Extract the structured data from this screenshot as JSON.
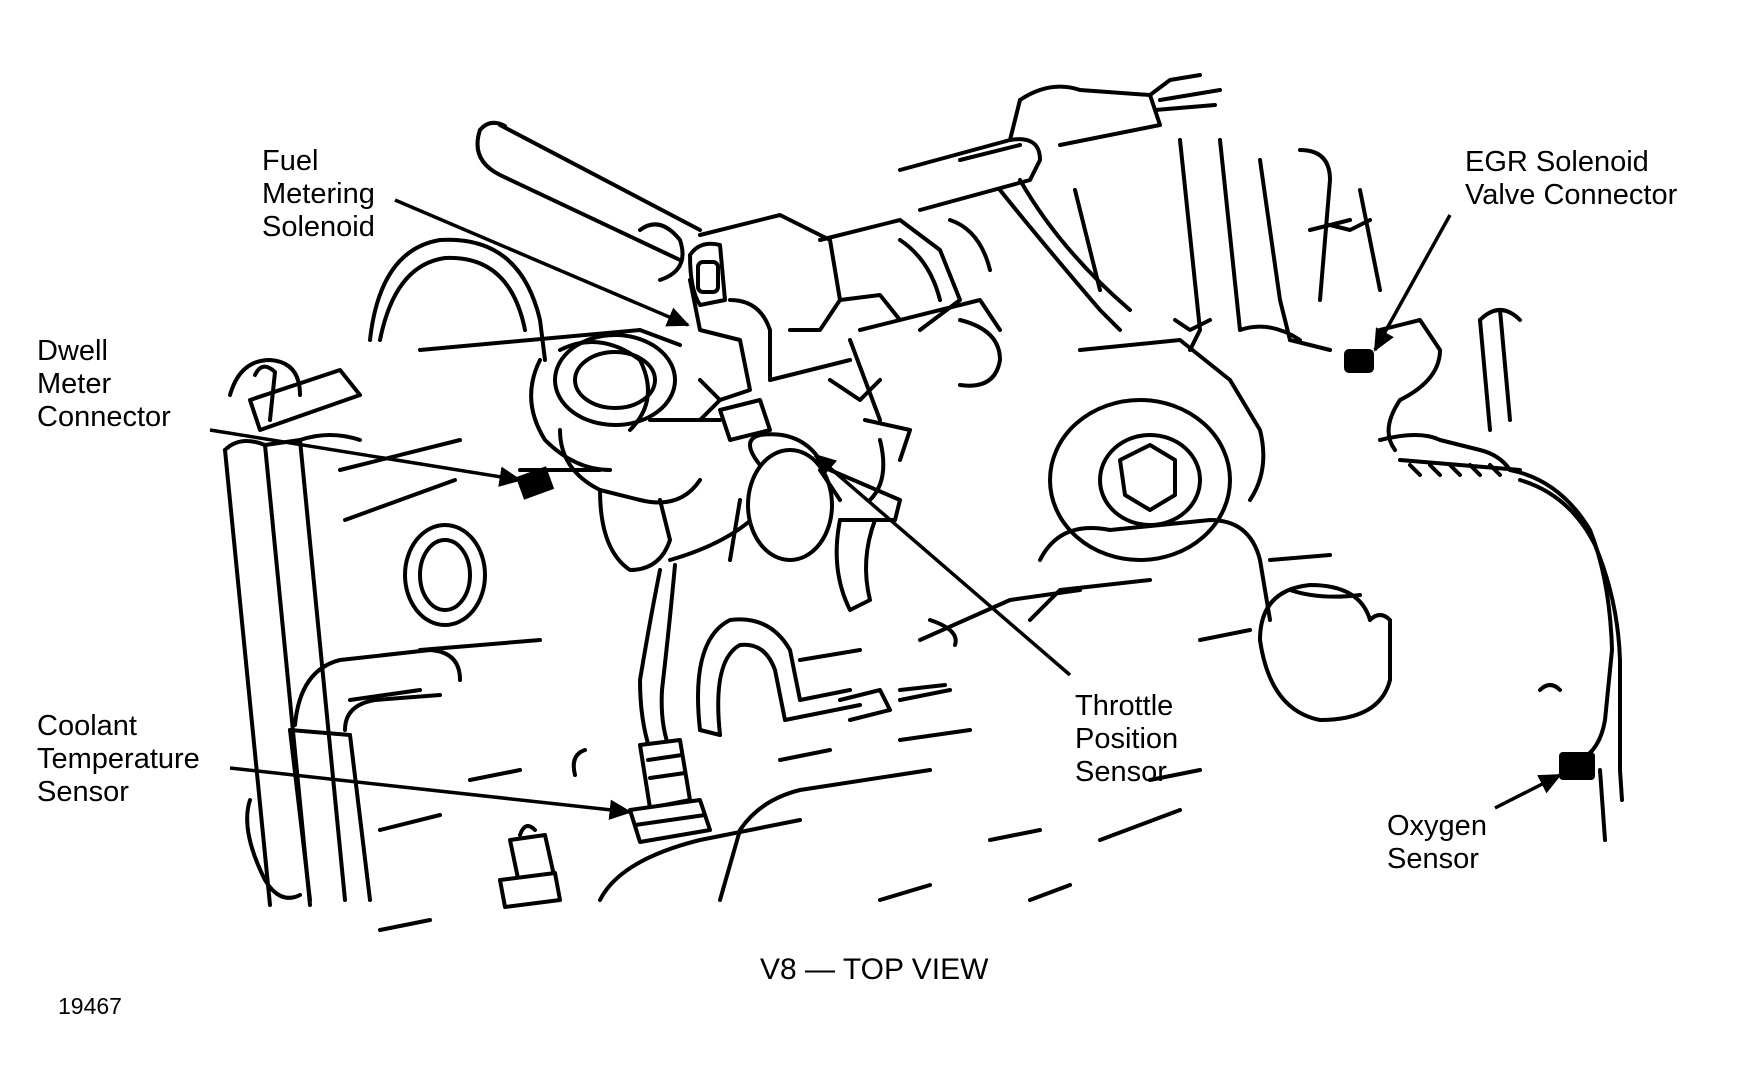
{
  "labels": {
    "fuel_metering_solenoid": [
      "Fuel",
      "Metering",
      "Solenoid"
    ],
    "egr_solenoid_valve_connector": [
      "EGR Solenoid",
      "Valve Connector"
    ],
    "dwell_meter_connector": [
      "Dwell",
      "Meter",
      "Connector"
    ],
    "throttle_position_sensor": [
      "Throttle",
      "Position",
      "Sensor"
    ],
    "coolant_temperature_sensor": [
      "Coolant",
      "Temperature",
      "Sensor"
    ],
    "oxygen_sensor": [
      "Oxygen",
      "Sensor"
    ]
  },
  "caption": "V8 — TOP VIEW",
  "figure_number": "19467"
}
